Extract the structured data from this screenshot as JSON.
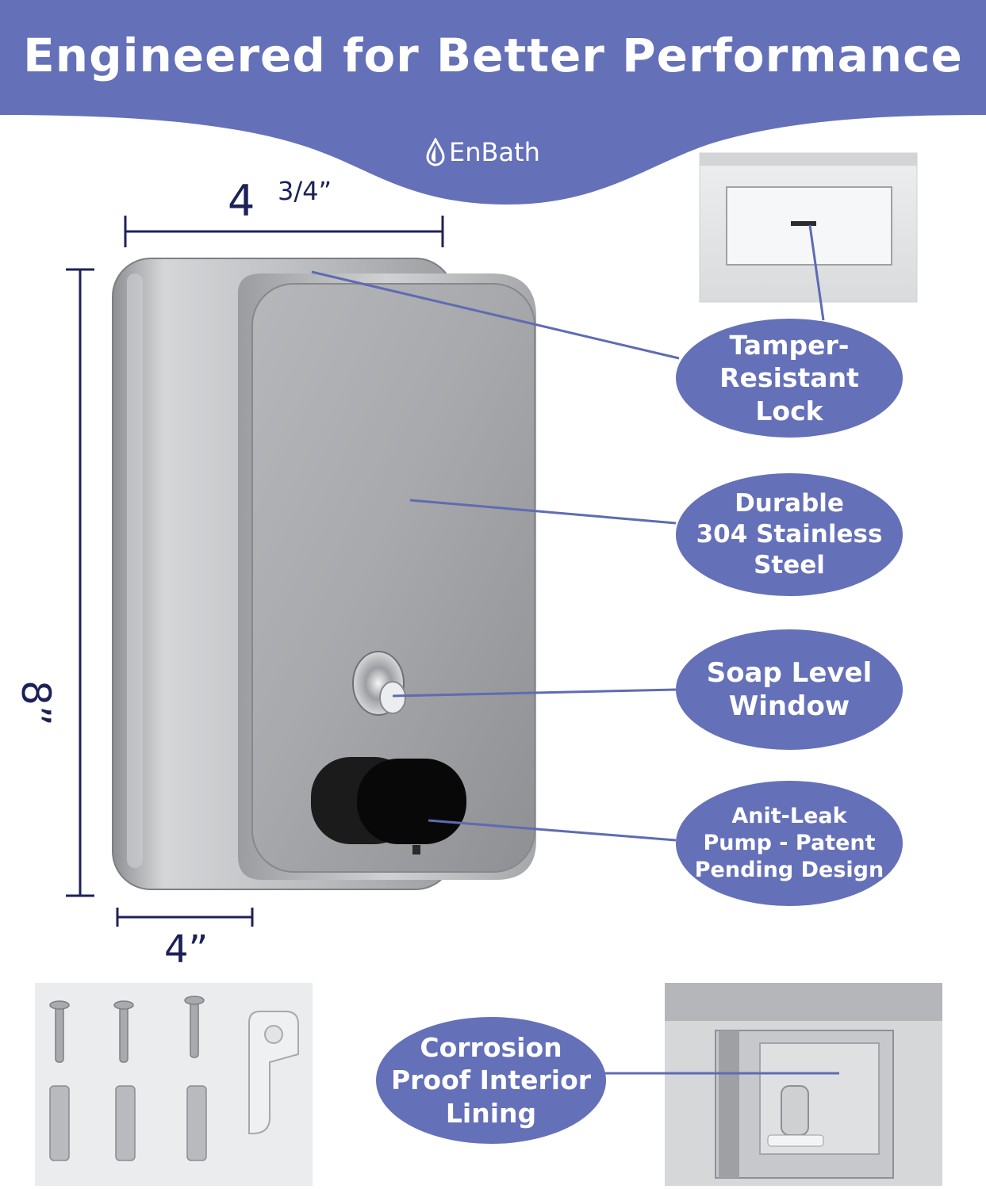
{
  "header": {
    "title": "Engineered for Better Performance",
    "brand": "EnBath"
  },
  "colors": {
    "banner": "#6470b8",
    "dimension_ink": "#1c2257",
    "callout_bubble": "#6470b8",
    "callout_text": "#ffffff"
  },
  "dimensions": {
    "width_top_whole": "4",
    "width_top_fraction": "3/4”",
    "height": "8”",
    "width_bottom": "4”"
  },
  "callouts": {
    "lock": "Tamper-\nResistant\nLock",
    "steel": "Durable\n304 Stainless\nSteel",
    "window": "Soap Level\nWindow",
    "pump": "Anit-Leak\nPump - Patent\nPending Design",
    "lining": "Corrosion\nProof Interior\nLining"
  },
  "icons": {
    "brand_logo": "water-drop-icon",
    "lock_detail": "lock-closeup-photo",
    "hardware": "mounting-hardware-photo",
    "interior": "interior-lining-photo"
  }
}
